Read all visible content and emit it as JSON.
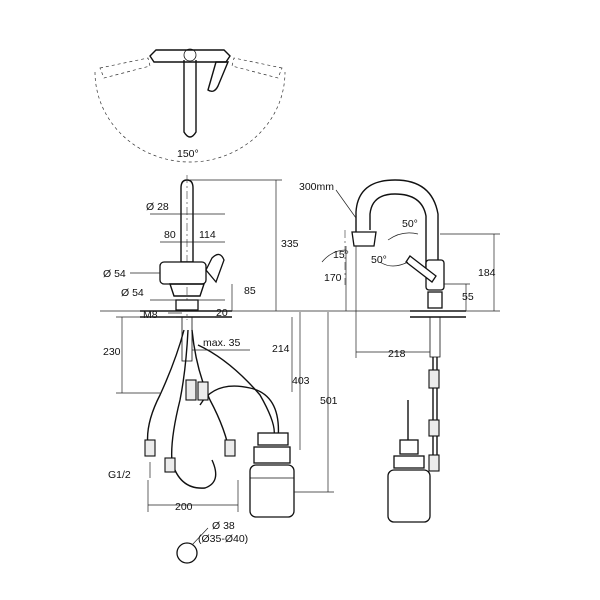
{
  "labels": {
    "swivel_angle": "150°",
    "spout_diameter": "Ø 28",
    "dim_80": "80",
    "dim_114": "114",
    "body_diameter": "Ø 54",
    "base_diameter": "Ø 54",
    "dim_85": "85",
    "thread_m8": "M8",
    "dim_20": "20",
    "max_35": "max. 35",
    "dim_230": "230",
    "dim_335": "335",
    "dim_214": "214",
    "dim_403": "403",
    "dim_501": "501",
    "thread_g12": "G1/2",
    "dim_200": "200",
    "hole_diameter": "Ø 38",
    "hole_range": "(Ø35-Ø40)",
    "hose_length": "300mm",
    "angle_15": "15°",
    "angle_50a": "50°",
    "angle_50b": "50°",
    "dim_170": "170",
    "dim_218": "218",
    "dim_184": "184",
    "dim_55": "55"
  }
}
